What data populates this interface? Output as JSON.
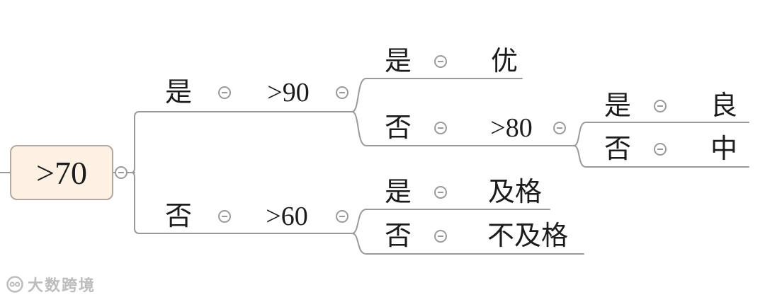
{
  "mindmap": {
    "root": {
      "label": ">70"
    },
    "branches": [
      {
        "condition": "是",
        "node": {
          "label": ">90",
          "branches": [
            {
              "condition": "是",
              "result": "优"
            },
            {
              "condition": "否",
              "node": {
                "label": ">80",
                "branches": [
                  {
                    "condition": "是",
                    "result": "良"
                  },
                  {
                    "condition": "否",
                    "result": "中"
                  }
                ]
              }
            }
          ]
        }
      },
      {
        "condition": "否",
        "node": {
          "label": ">60",
          "branches": [
            {
              "condition": "是",
              "result": "及格"
            },
            {
              "condition": "否",
              "result": "不及格"
            }
          ]
        }
      }
    ]
  },
  "icons": {
    "collapse": "minus-circle",
    "watermark_logo": "circle-badge"
  },
  "watermark": {
    "text": "大数跨境"
  },
  "colors": {
    "line": "#9a9a9a",
    "text": "#1c1c1c",
    "root_fill": "#fcf1e2",
    "root_border": "#b1a89f",
    "watermark": "#b5b5b5",
    "canvas_bg": "#ffffff"
  }
}
